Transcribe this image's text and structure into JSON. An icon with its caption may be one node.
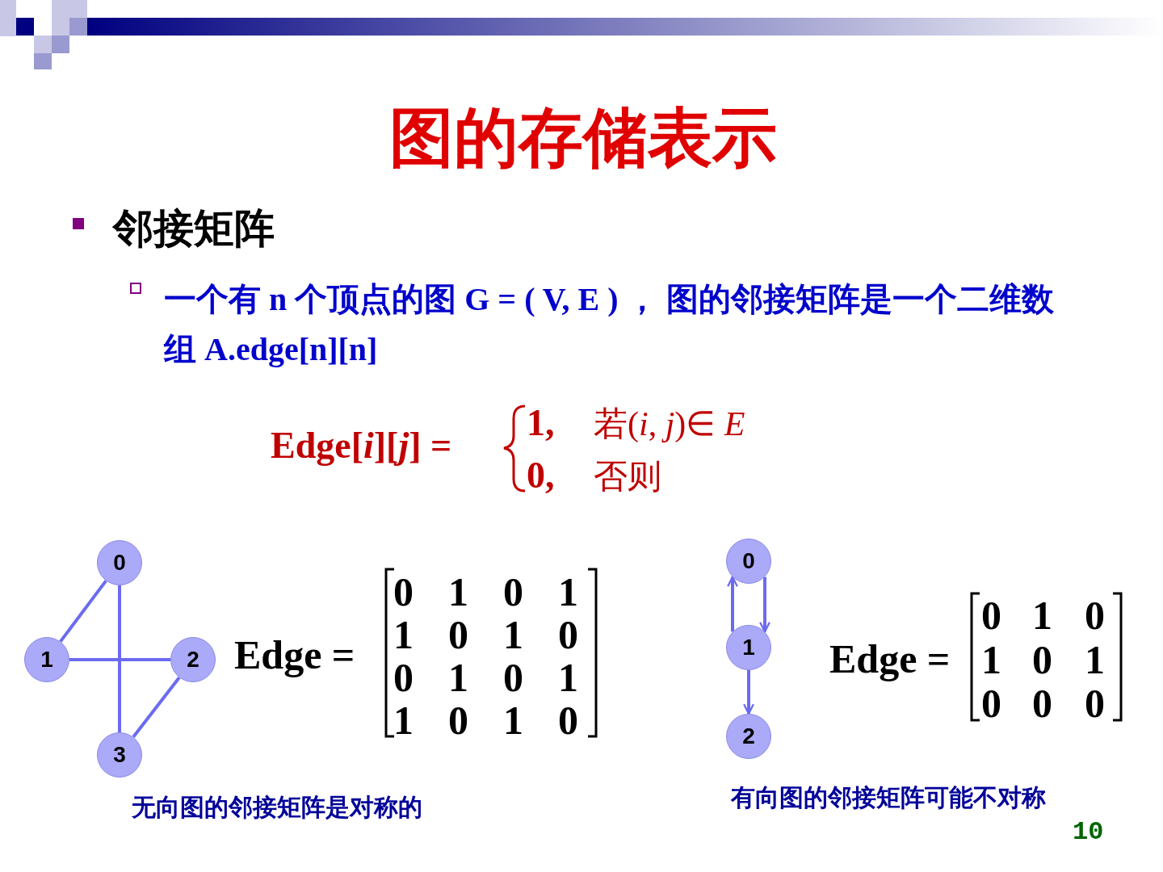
{
  "diagram": {
    "title": "图的存储表示",
    "nodes": [
      {
        "text": [
          "0"
        ]
      },
      {
        "text": [
          "1"
        ]
      },
      {
        "text": [
          "2"
        ]
      },
      {
        "text": [
          "3"
        ]
      },
      {
        "text": [
          "0"
        ]
      },
      {
        "text": [
          "1"
        ]
      },
      {
        "text": [
          "2"
        ]
      }
    ],
    "edges": [
      {
        "from": 0,
        "to": 1,
        "arrow": "none"
      },
      {
        "from": 0,
        "to": 3,
        "arrow": "none"
      },
      {
        "from": 1,
        "to": 2,
        "arrow": "none"
      },
      {
        "from": 2,
        "to": 3,
        "arrow": "none"
      },
      {
        "from": 5,
        "to": 4,
        "arrow": "to"
      },
      {
        "from": 4,
        "to": 5,
        "arrow": "to"
      },
      {
        "from": 5,
        "to": 6,
        "arrow": "to"
      }
    ],
    "labels": [
      "邻接矩阵",
      "一个有 n 个顶点的图 G = ( V, E ) ， 图的邻接矩阵是一个二维数组 A.edge[n][n]",
      "Edge[*i*][*j*] =",
      "1,",
      "若(*i*, *j*)∈ *E*",
      "0,",
      "否则",
      "Edge =",
      "0",
      "1",
      "0",
      "1",
      "1",
      "0",
      "1",
      "0",
      "0",
      "1",
      "0",
      "1",
      "1",
      "0",
      "1",
      "0",
      "无向图的邻接矩阵是对称的",
      "Edge =",
      "0",
      "1",
      "0",
      "1",
      "0",
      "1",
      "0",
      "0",
      "0",
      "有向图的邻接矩阵可能不对称",
      "10"
    ]
  }
}
